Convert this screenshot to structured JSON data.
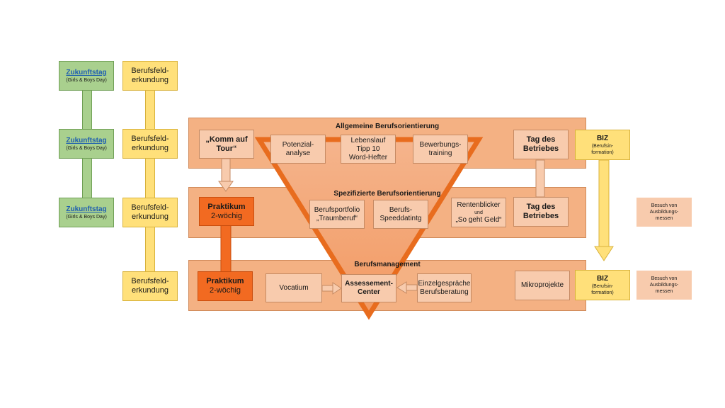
{
  "left_column": {
    "zukunftstag": [
      {
        "title": "Zukunftstag",
        "subtitle": "(Girls & Boys Day)"
      },
      {
        "title": "Zukunftstag",
        "subtitle": "(Girls & Boys Day)"
      },
      {
        "title": "Zukunftstag",
        "subtitle": "(Girls & Boys Day)"
      }
    ],
    "berufsfelderkundung": [
      {
        "line1": "Berufsfeld-",
        "line2": "erkundung"
      },
      {
        "line1": "Berufsfeld-",
        "line2": "erkundung"
      },
      {
        "line1": "Berufsfeld-",
        "line2": "erkundung"
      },
      {
        "line1": "Berufsfeld-",
        "line2": "erkundung"
      }
    ]
  },
  "bands": {
    "allgemein": "Allgemeine Berufsorientierung",
    "spezifiziert": "Spezifizierte Berufsorientierung",
    "management": "Berufsmanagement"
  },
  "boxes": {
    "komm_auf_tour": {
      "line1": "„Komm auf",
      "line2": "Tour“"
    },
    "potenzialanalyse": {
      "line1": "Potenzial-",
      "line2": "analyse"
    },
    "lebenslauf": {
      "line1": "Lebenslauf",
      "line2": "Tipp 10",
      "line3": "Word-Hefter"
    },
    "bewerbungstraining": {
      "line1": "Bewerbungs-",
      "line2": "training"
    },
    "tag_des_betriebes_1": {
      "line1": "Tag des",
      "line2": "Betriebes"
    },
    "biz_1": {
      "title": "BIZ",
      "line1": "(Berufsin-",
      "line2": "formation)"
    },
    "praktikum_1": {
      "title": "Praktikum",
      "sub": "2-wöchig"
    },
    "berufsportfolio": {
      "line1": "Berufsportfolio",
      "line2": "„Traumberuf“"
    },
    "speeddating": {
      "line1": "Berufs-",
      "line2": "Speeddatintg"
    },
    "rentenblicker": {
      "line1": "Rentenblicker",
      "line2": "und",
      "line3": "„So geht Geld“"
    },
    "tag_des_betriebes_2": {
      "line1": "Tag des",
      "line2": "Betriebes"
    },
    "besuch_1": {
      "line1": "Besuch von",
      "line2": "Ausbildungs-",
      "line3": "messen"
    },
    "praktikum_2": {
      "title": "Praktikum",
      "sub": "2-wöchig"
    },
    "vocatium": {
      "line1": "Vocatium"
    },
    "assessment": {
      "line1": "Assessement-",
      "line2": "Center"
    },
    "einzelgespraeche": {
      "line1": "Einzelgespräche",
      "line2": "Berufsberatung"
    },
    "mikroprojekte": {
      "line1": "Mikroprojekte"
    },
    "biz_2": {
      "title": "BIZ",
      "line1": "(Berufsin-",
      "line2": "formation)"
    },
    "besuch_2": {
      "line1": "Besuch von",
      "line2": "Ausbildungs-",
      "line3": "messen"
    }
  },
  "colors": {
    "green": "#a9d08e",
    "yellow": "#ffe07a",
    "band": "#f4b183",
    "light_box": "#f8cbad",
    "orange": "#f26a21",
    "funnel": "#f4a274"
  }
}
